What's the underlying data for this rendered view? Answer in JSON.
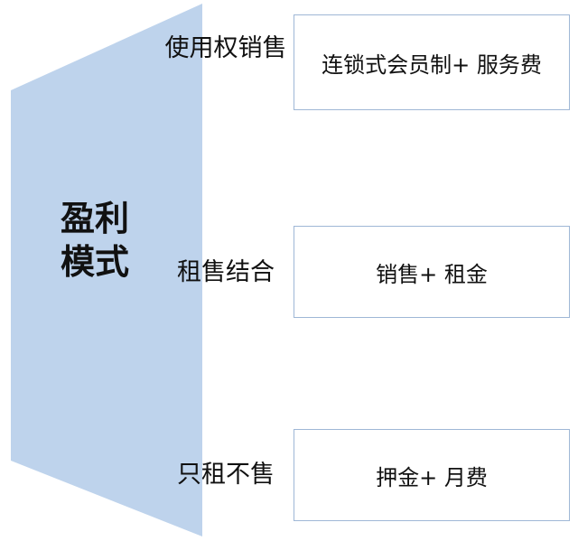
{
  "main": {
    "label": "盈利模式",
    "shape_color": "#bed3ec"
  },
  "branches": [
    {
      "label": "使用权销售",
      "value": "连锁式会员制+ 服务费"
    },
    {
      "label": "租售结合",
      "value": "销售+ 租金"
    },
    {
      "label": "只租不售",
      "value": "押金+ 月费"
    }
  ]
}
